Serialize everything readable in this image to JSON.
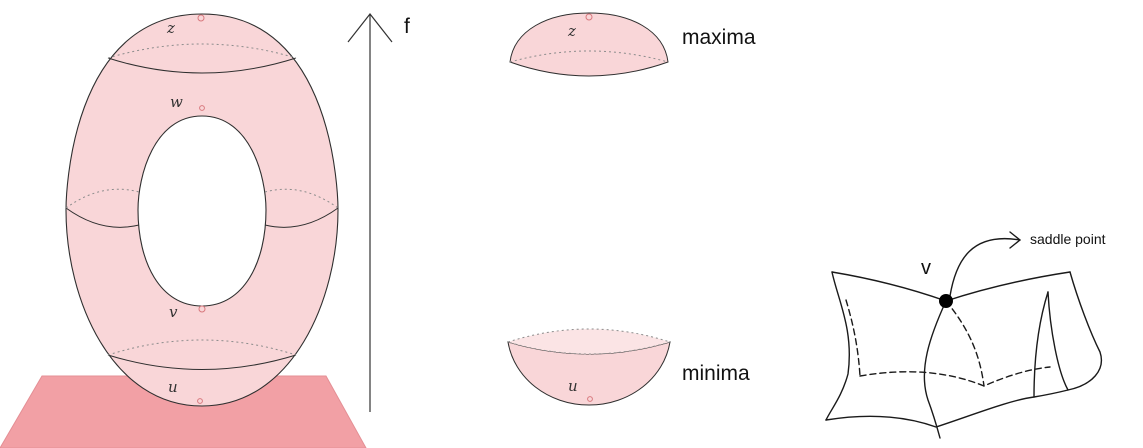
{
  "axis": {
    "label": "f"
  },
  "torus": {
    "labels": {
      "z": "z",
      "w": "w",
      "v": "v",
      "u": "u"
    }
  },
  "cap_top": {
    "point": "z",
    "caption": "maxima"
  },
  "cap_bottom": {
    "point": "u",
    "caption": "minima"
  },
  "saddle": {
    "point": "v",
    "caption": "saddle point"
  },
  "colors": {
    "fill": "#f9d6d8",
    "plane": "#f2a0a5",
    "stroke": "#2f2f2f",
    "dotted": "#8c8c8c",
    "critical": "#d8797e"
  }
}
